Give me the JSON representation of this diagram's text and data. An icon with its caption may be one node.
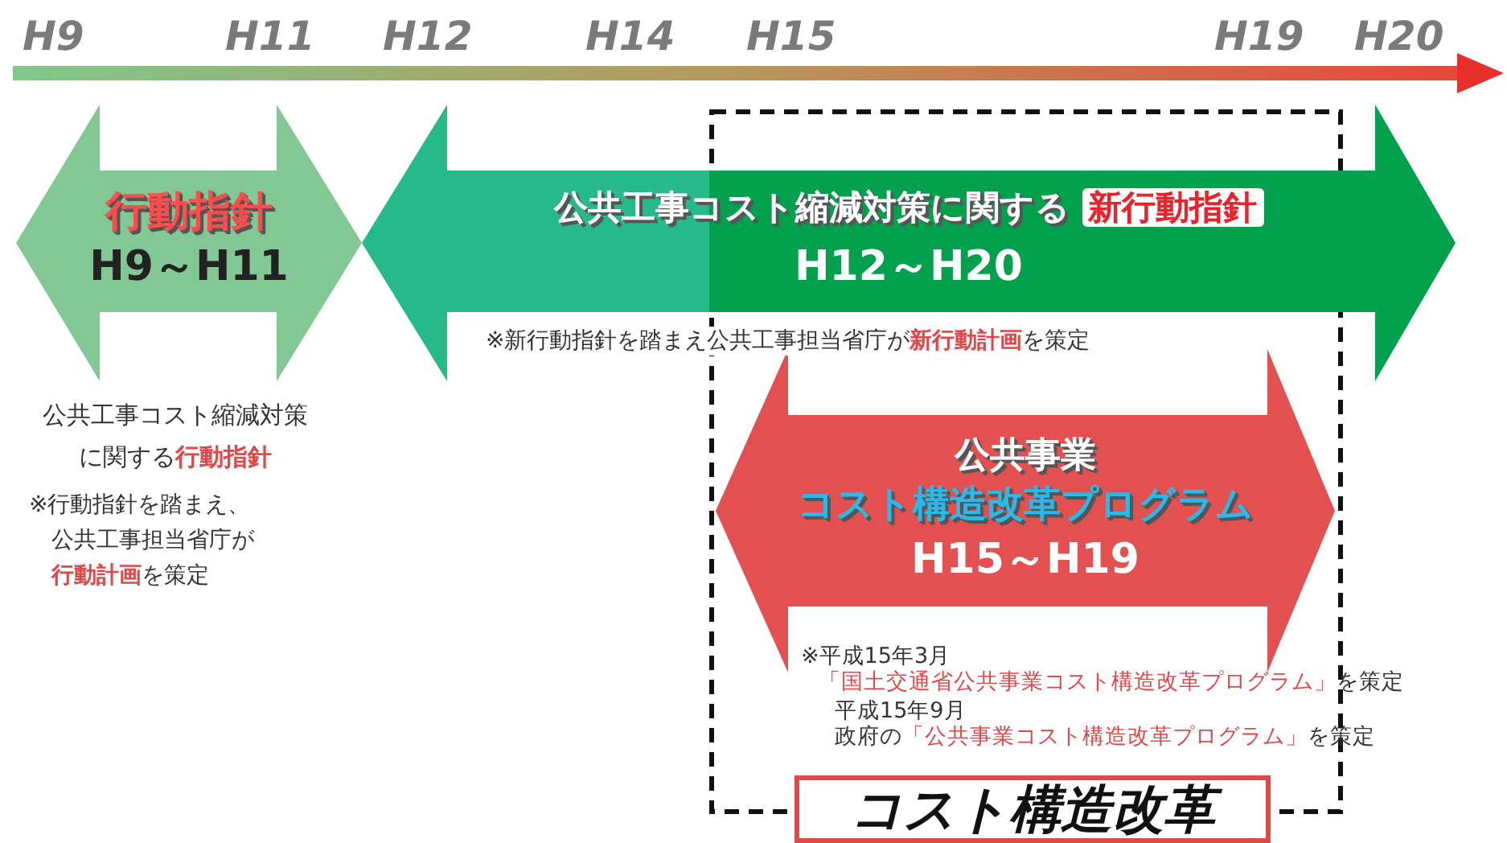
{
  "diagram": {
    "nodes": [
      {
        "text": [
          "行動指針",
          "H9～H11"
        ],
        "beside": [
          "公共工事コスト縮減対策に関する**行動指針**",
          "※行動指針を踏まえ、公共工事担当省庁が**行動計画**を策定"
        ]
      },
      {
        "text": [
          "公共工事コスト縮減対策に関する **新行動指針**",
          "H12～H20"
        ],
        "beside": [
          "※新行動指針を踏まえ公共工事担当省庁が**新行動計画**を策定"
        ]
      },
      {
        "text": [
          "コスト構造改革"
        ]
      },
      {
        "text": [
          "公共事業",
          "コスト構造改革プログラム",
          "H15～H19"
        ],
        "in": 2,
        "beside": [
          "※平成15年3月",
          "**「国土交通省公共事業コスト構造改革プログラム」**を策定",
          "平成15年9月",
          "政府の**「公共事業コスト構造改革プログラム」**を策定"
        ]
      }
    ],
    "edges": [],
    "labels": [
      "H9",
      "H11",
      "H12",
      "H14",
      "H15",
      "H19",
      "H20"
    ]
  }
}
